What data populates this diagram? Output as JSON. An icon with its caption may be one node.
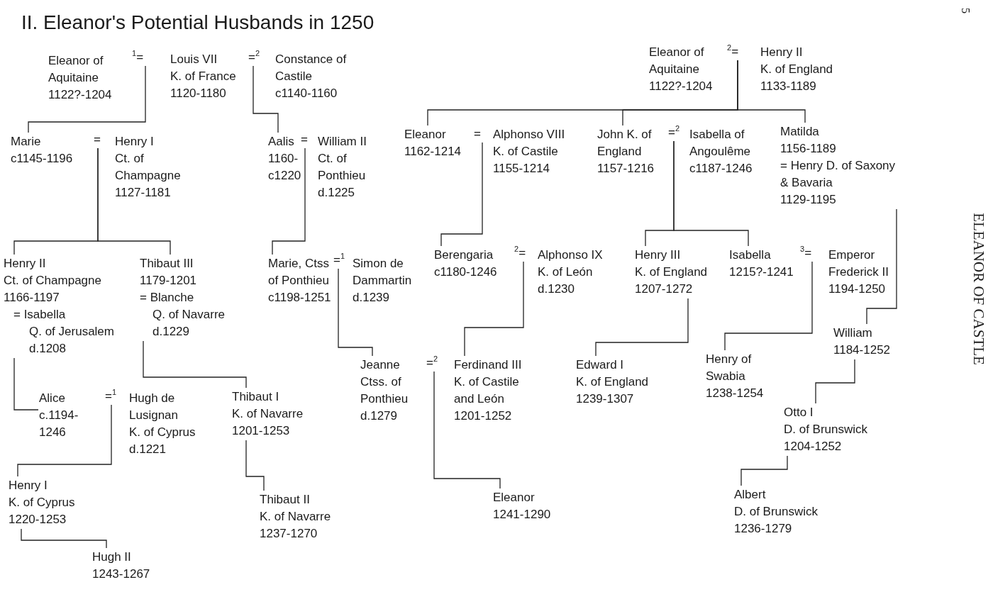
{
  "diagram": {
    "title": "II. Eleanor's Potential Husbands in 1250",
    "nodes": [
      {
        "text": [
          "Eleanor of Aquitaine",
          "1122?-1204"
        ]
      },
      {
        "text": [
          "$^{1}$="
        ]
      },
      {
        "text": [
          "Louis VII",
          "K. of France",
          "1120-1180"
        ]
      },
      {
        "text": [
          "=$^{2}$"
        ]
      },
      {
        "text": [
          "Constance of Castile",
          "c1140-1160"
        ]
      },
      {
        "text": [
          "Eleanor of Aquitaine",
          "1122?-1204"
        ]
      },
      {
        "text": [
          "$^{2}$="
        ]
      },
      {
        "text": [
          "Henry II",
          "K. of England",
          "1133-1189"
        ]
      },
      {
        "text": [
          "Marie",
          "c1145-1196"
        ]
      },
      {
        "text": [
          "="
        ]
      },
      {
        "text": [
          "Henry I",
          "Ct. of Champagne",
          "1127-1181"
        ]
      },
      {
        "text": [
          "Aalis",
          "1160- c1220"
        ]
      },
      {
        "text": [
          "="
        ]
      },
      {
        "text": [
          "William II",
          "Ct. of Ponthieu",
          "d.1225"
        ]
      },
      {
        "text": [
          "Eleanor",
          "1162-1214"
        ]
      },
      {
        "text": [
          "="
        ]
      },
      {
        "text": [
          "Alphonso VIII",
          "K. of Castile",
          "1155-1214"
        ]
      },
      {
        "text": [
          "John K. of England",
          "1157-1216"
        ]
      },
      {
        "text": [
          "=$^{2}$"
        ]
      },
      {
        "text": [
          "Isabella of Angoulême",
          "c1187-1246"
        ]
      },
      {
        "text": [
          "Matilda",
          "1156-1189",
          "= Henry D. of Saxony",
          "& Bavaria",
          "1129-1195"
        ]
      },
      {
        "text": [
          "Henry II",
          "Ct. of Champagne",
          "1166-1197",
          "= Isabella",
          "Q. of Jerusalem",
          "d.1208"
        ]
      },
      {
        "text": [
          "Thibaut III",
          "1179-1201",
          "= Blanche",
          "Q. of Navarre",
          "d.1229"
        ]
      },
      {
        "text": [
          "Marie, Ctss of Ponthieu",
          "c1198-1251"
        ]
      },
      {
        "text": [
          "=$^{1}$"
        ]
      },
      {
        "text": [
          "Simon de Dammartin",
          "d.1239"
        ]
      },
      {
        "text": [
          "Berengaria",
          "c1180-1246"
        ]
      },
      {
        "text": [
          "$^{2}$="
        ]
      },
      {
        "text": [
          "Alphonso IX",
          "K. of León",
          "d.1230"
        ]
      },
      {
        "text": [
          "Henry III",
          "K. of England",
          "1207-1272"
        ]
      },
      {
        "text": [
          "Isabella",
          "1215?-1241"
        ]
      },
      {
        "text": [
          "$^{3}$="
        ]
      },
      {
        "text": [
          "Emperor Frederick II",
          "1194-1250"
        ]
      },
      {
        "text": [
          "William",
          "1184-1252"
        ]
      },
      {
        "text": [
          "Jeanne Ctss. of Ponthieu",
          "d.1279"
        ]
      },
      {
        "text": [
          "=$^{2}$"
        ]
      },
      {
        "text": [
          "Ferdinand III",
          "K. of Castile and León",
          "1201-1252"
        ]
      },
      {
        "text": [
          "Edward I",
          "K. of England",
          "1239-1307"
        ]
      },
      {
        "text": [
          "Henry of Swabia",
          "1238-1254"
        ]
      },
      {
        "text": [
          "Alice",
          "c.1194- 1246"
        ]
      },
      {
        "text": [
          "=$^{1}$"
        ]
      },
      {
        "text": [
          "Hugh de Lusignan",
          "K. of Cyprus",
          "d.1221"
        ]
      },
      {
        "text": [
          "Thibaut I",
          "K. of Navarre",
          "1201-1253"
        ]
      },
      {
        "text": [
          "Otto I",
          "D. of Brunswick",
          "1204-1252"
        ]
      },
      {
        "text": [
          "Henry I",
          "K. of Cyprus",
          "1220-1253"
        ]
      },
      {
        "text": [
          "Thibaut II",
          "K. of Navarre",
          "1237-1270"
        ]
      },
      {
        "text": [
          "Eleanor",
          "1241-1290"
        ]
      },
      {
        "text": [
          "Albert",
          "D. of Brunswick",
          "1236-1279"
        ]
      },
      {
        "text": [
          "Hugh II",
          "1243-1267"
        ]
      }
    ],
    "edges": [
      {
        "from": 1,
        "to": 8,
        "arrow": "none"
      },
      {
        "from": 3,
        "to": 11,
        "arrow": "none"
      },
      {
        "from": 6,
        "to": 14,
        "arrow": "none"
      },
      {
        "from": 6,
        "to": 17,
        "arrow": "none"
      },
      {
        "from": 6,
        "to": 20,
        "arrow": "none"
      },
      {
        "from": 9,
        "to": 21,
        "arrow": "none"
      },
      {
        "from": 9,
        "to": 22,
        "arrow": "none"
      },
      {
        "from": 12,
        "to": 23,
        "arrow": "none"
      },
      {
        "from": 15,
        "to": 26,
        "arrow": "none"
      },
      {
        "from": 18,
        "to": 29,
        "arrow": "none"
      },
      {
        "from": 18,
        "to": 30,
        "arrow": "none"
      },
      {
        "from": 20,
        "to": 33,
        "arrow": "none"
      },
      {
        "from": 24,
        "to": 34,
        "arrow": "none"
      },
      {
        "from": 27,
        "to": 36,
        "arrow": "none"
      },
      {
        "from": 29,
        "to": 37,
        "arrow": "none"
      },
      {
        "from": 31,
        "to": 38,
        "arrow": "none"
      },
      {
        "from": 21,
        "to": 39,
        "arrow": "none"
      },
      {
        "from": 22,
        "to": 42,
        "arrow": "none"
      },
      {
        "from": 33,
        "to": 43,
        "arrow": "none"
      },
      {
        "from": 40,
        "to": 44,
        "arrow": "none"
      },
      {
        "from": 42,
        "to": 45,
        "arrow": "none"
      },
      {
        "from": 35,
        "to": 46,
        "arrow": "none"
      },
      {
        "from": 43,
        "to": 47,
        "arrow": "none"
      },
      {
        "from": 44,
        "to": 48,
        "arrow": "none"
      }
    ],
    "labels": [
      "ELEANOR OF CASTLE",
      "5"
    ]
  }
}
